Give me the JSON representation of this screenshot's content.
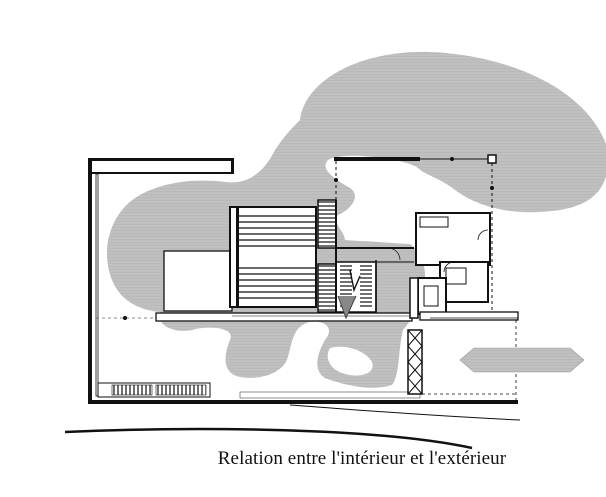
{
  "caption": "Relation entre l'intérieur et l'extérieur",
  "colors": {
    "blob_fill": "#b9b9b9",
    "blob_hatch": "#d6d6d6",
    "wall": "#111111",
    "background": "#ffffff"
  },
  "elements": {
    "outdoor_zone": "gray organic blob showing interpenetration of interior and exterior space",
    "arrow": "double-headed gray arrow on the right indicating flow"
  }
}
